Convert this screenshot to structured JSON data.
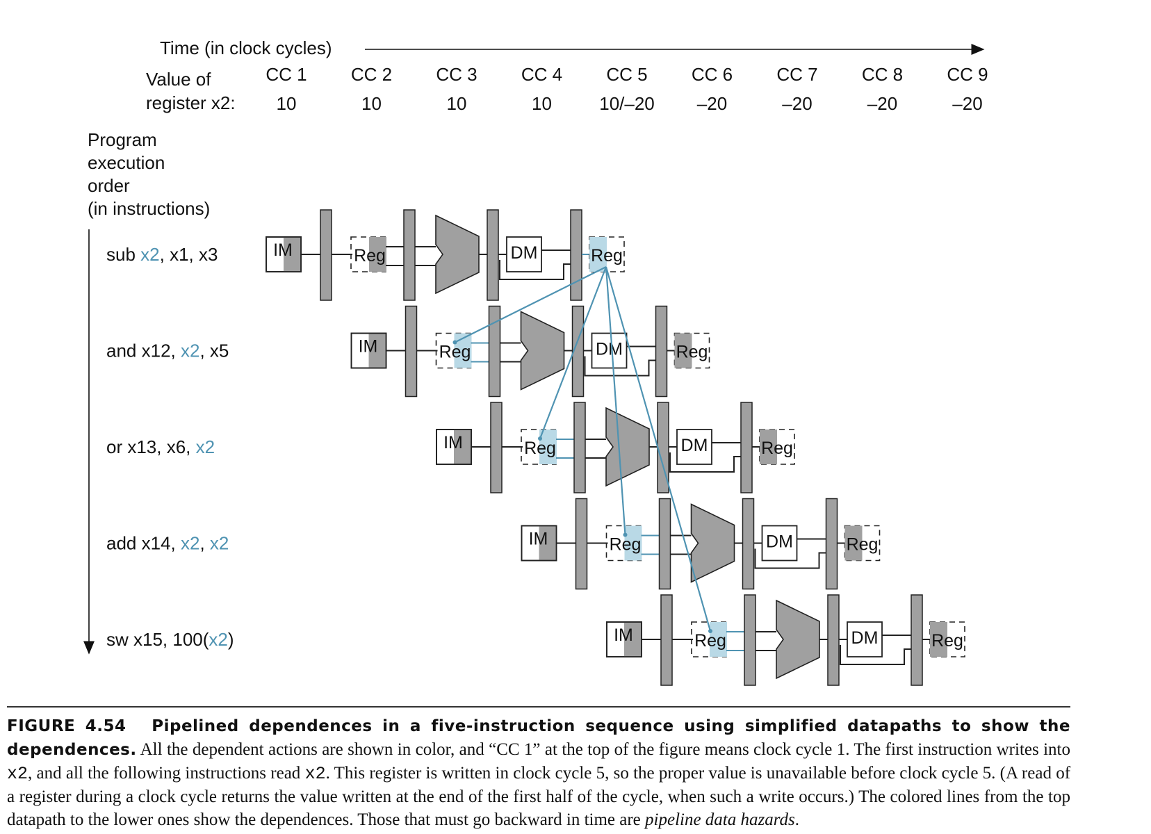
{
  "header": {
    "time_label": "Time (in clock cycles)",
    "value_label_line1": "Value of",
    "value_label_line2": "register x2:",
    "order_label": [
      "Program",
      "execution",
      "order",
      "(in instructions)"
    ]
  },
  "cycles": [
    {
      "name": "CC 1",
      "value": "10"
    },
    {
      "name": "CC 2",
      "value": "10"
    },
    {
      "name": "CC 3",
      "value": "10"
    },
    {
      "name": "CC 4",
      "value": "10"
    },
    {
      "name": "CC 5",
      "value": "10/–20"
    },
    {
      "name": "CC 6",
      "value": "–20"
    },
    {
      "name": "CC 7",
      "value": "–20"
    },
    {
      "name": "CC 8",
      "value": "–20"
    },
    {
      "name": "CC 9",
      "value": "–20"
    }
  ],
  "instructions": [
    {
      "parts": [
        {
          "t": "sub ",
          "hl": false
        },
        {
          "t": "x2",
          "hl": true
        },
        {
          "t": ", x1, x3",
          "hl": false
        }
      ],
      "read_hl": false,
      "write_hl": true
    },
    {
      "parts": [
        {
          "t": "and x12, ",
          "hl": false
        },
        {
          "t": "x2",
          "hl": true
        },
        {
          "t": ", x5",
          "hl": false
        }
      ],
      "read_hl": true,
      "write_hl": false
    },
    {
      "parts": [
        {
          "t": "or x13, x6, ",
          "hl": false
        },
        {
          "t": "x2",
          "hl": true
        }
      ],
      "read_hl": true,
      "write_hl": false
    },
    {
      "parts": [
        {
          "t": "add x14, ",
          "hl": false
        },
        {
          "t": "x2",
          "hl": true
        },
        {
          "t": ", ",
          "hl": false
        },
        {
          "t": "x2",
          "hl": true
        }
      ],
      "read_hl": true,
      "write_hl": false
    },
    {
      "parts": [
        {
          "t": "sw x15, 100(",
          "hl": false
        },
        {
          "t": "x2",
          "hl": true
        },
        {
          "t": ")",
          "hl": false
        }
      ],
      "read_hl": true,
      "write_hl": false
    }
  ],
  "stages": {
    "im": "IM",
    "reg": "Reg",
    "dm": "DM"
  },
  "colors": {
    "highlight": "#4f93b2",
    "highlight_fill": "#b9d9e6",
    "unit_gray": "#a0a0a0",
    "line": "#222222"
  },
  "caption": {
    "fig_label": "FIGURE 4.54",
    "bold_title_1": "Pipelined dependences in a five-instruction sequence using simplified datapaths to show the",
    "bold_title_2": "dependences.",
    "text_a": "All the dependent actions are shown in color, and “CC 1” at the top of the figure means clock cycle 1. The first instruction writes into",
    "code_1": "x2",
    "text_b": ", and all the following instructions read",
    "code_2": "x2",
    "text_c": ". This register is written in clock cycle 5, so the proper value is unavailable before clock cycle 5. (A read of a register during a clock cycle returns the value written at the end of the first half of the cycle, when such a write occurs.) The colored lines from the top datapath to the lower ones show the dependences. Those that must go backward in time are",
    "italic": "pipeline data hazards",
    "text_d": "."
  }
}
